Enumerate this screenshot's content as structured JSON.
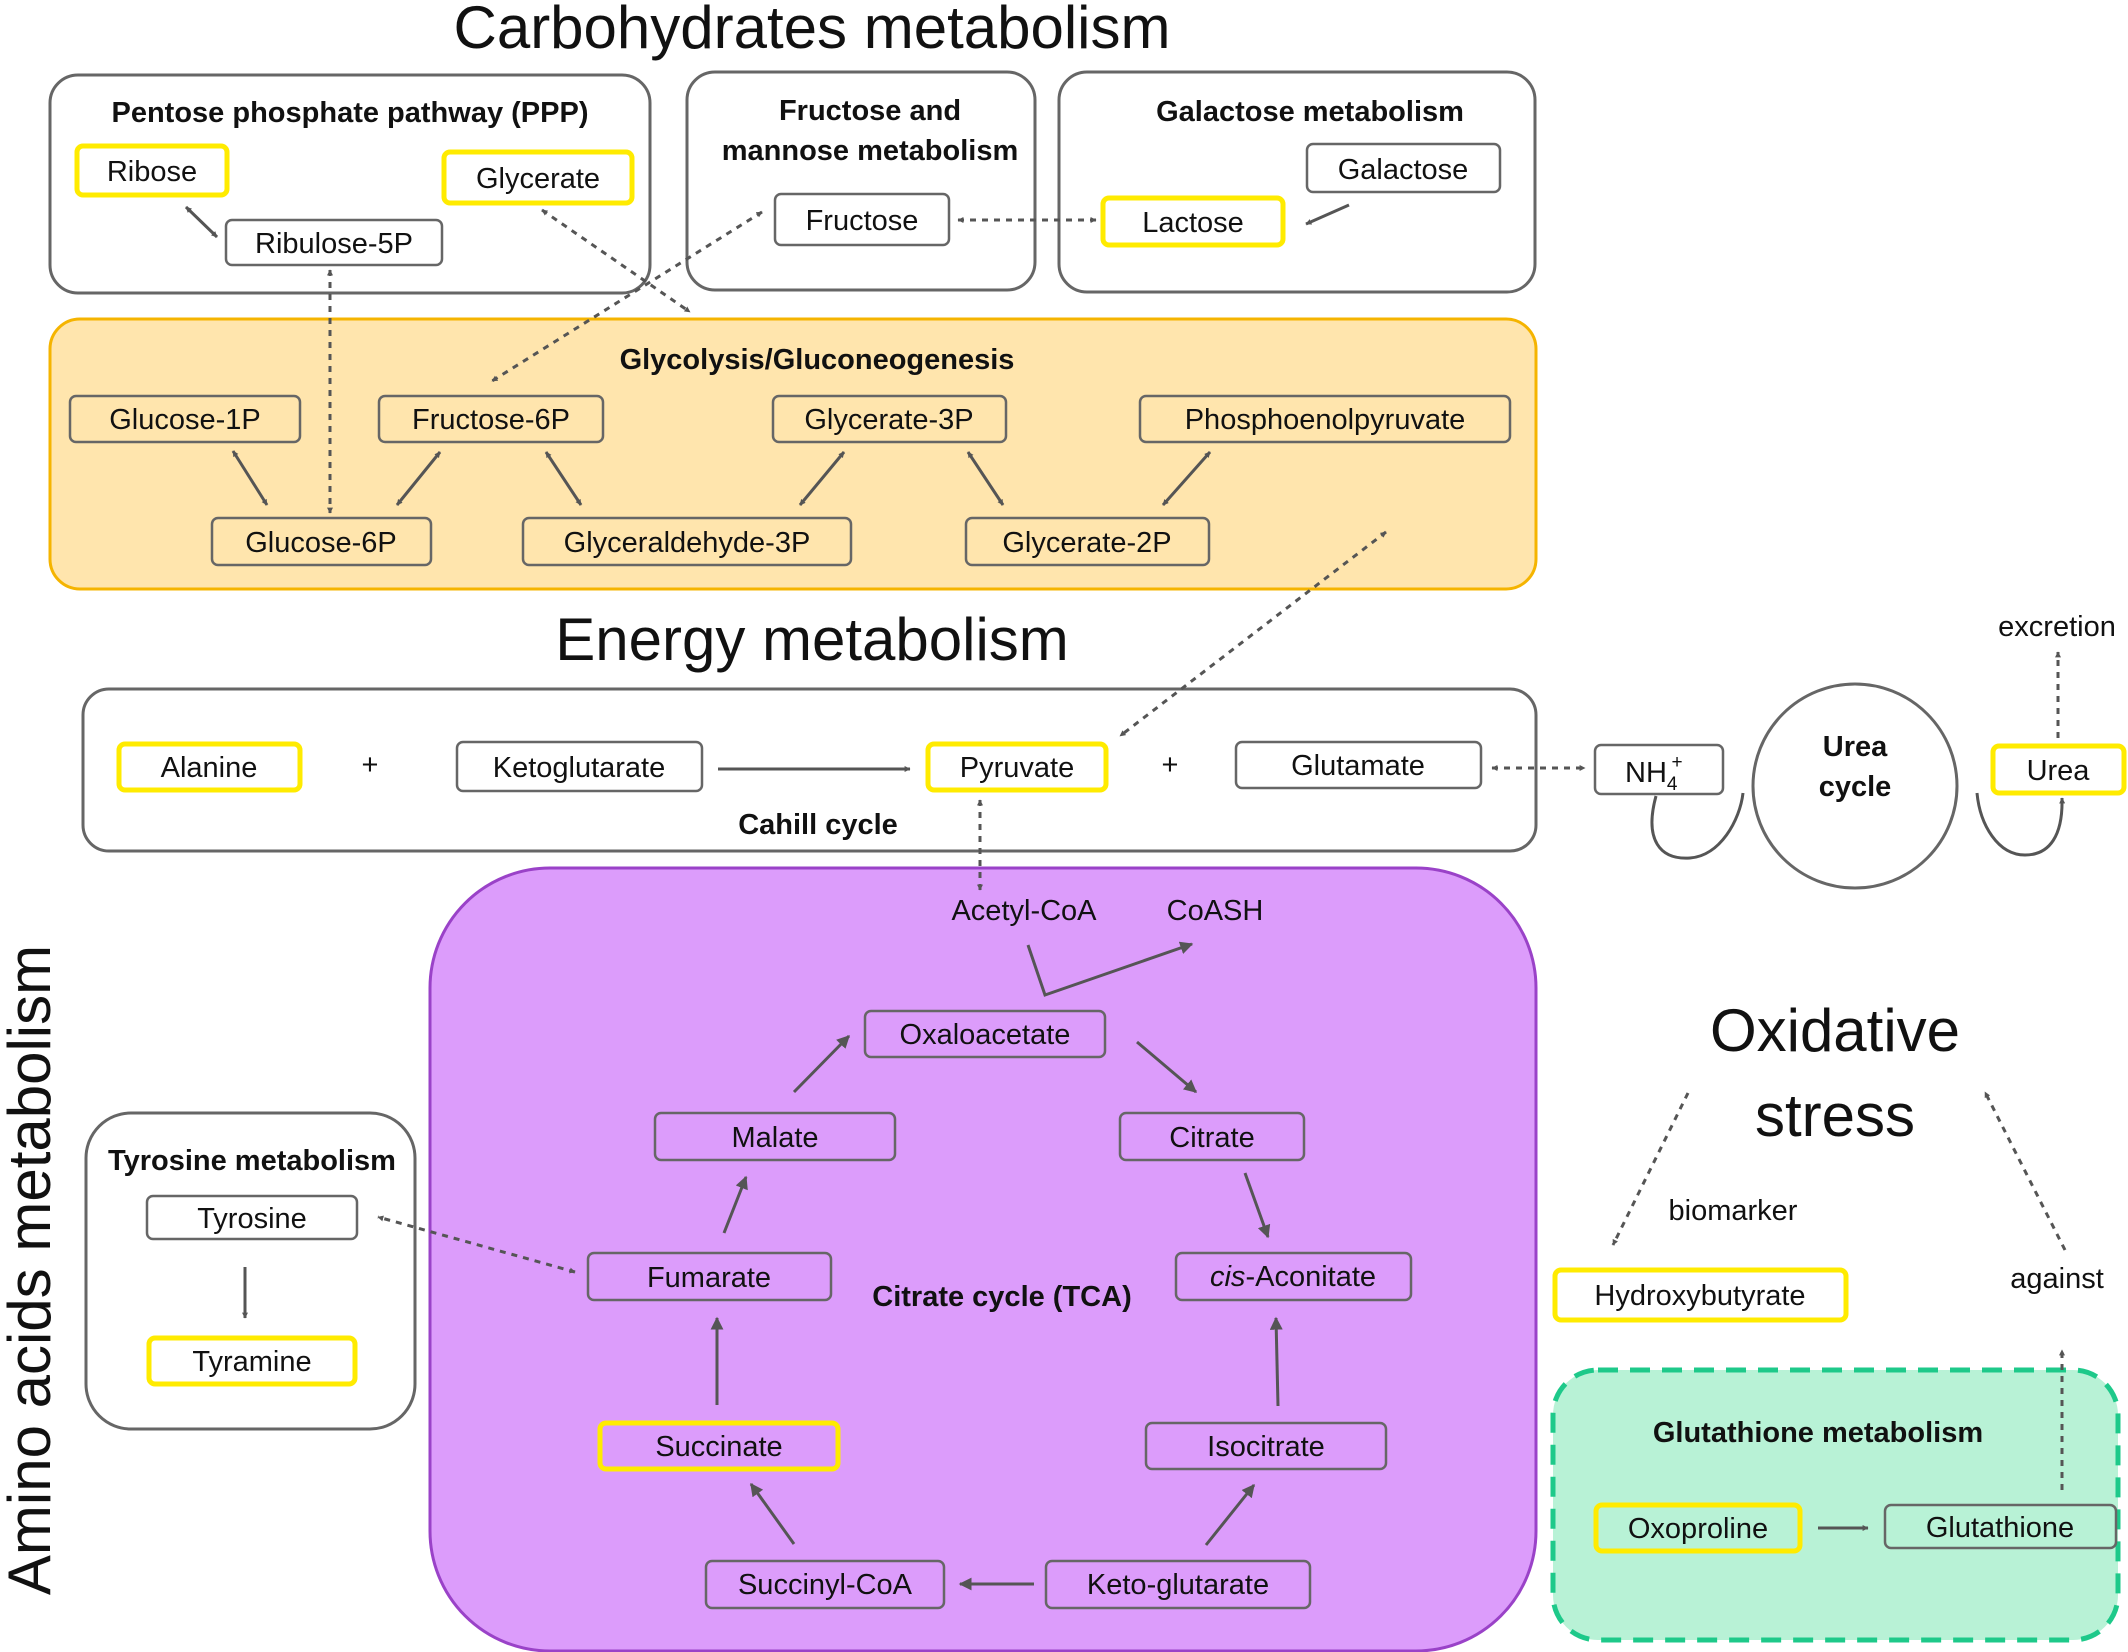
{
  "titles": {
    "carbohydrates": "Carbohydrates metabolism",
    "energy": "Energy metabolism",
    "amino_acids": "Amino acids metabolism",
    "oxidative_line1": "Oxidative",
    "oxidative_line2": "stress"
  },
  "sections": {
    "ppp": "Pentose phosphate pathway (PPP)",
    "fructose_line1": "Fructose and",
    "fructose_line2": "mannose metabolism",
    "galactose": "Galactose metabolism",
    "glycolysis": "Glycolysis/Gluconeogenesis",
    "cahill": "Cahill cycle",
    "urea_line1": "Urea",
    "urea_line2": "cycle",
    "tca": "Citrate cycle (TCA)",
    "tyrosine": "Tyrosine metabolism",
    "glutathione": "Glutathione metabolism"
  },
  "metabolites": {
    "ribose": "Ribose",
    "glycerate": "Glycerate",
    "ribulose_5p": "Ribulose-5P",
    "fructose": "Fructose",
    "galactose": "Galactose",
    "lactose": "Lactose",
    "glucose_1p": "Glucose-1P",
    "fructose_6p": "Fructose-6P",
    "glycerate_3p": "Glycerate-3P",
    "phosphoenolpyruvate": "Phosphoenolpyruvate",
    "glucose_6p": "Glucose-6P",
    "glyceraldehyde_3p": "Glyceraldehyde-3P",
    "glycerate_2p": "Glycerate-2P",
    "alanine": "Alanine",
    "ketoglutarate": "Ketoglutarate",
    "pyruvate": "Pyruvate",
    "glutamate": "Glutamate",
    "nh4_base": "NH",
    "nh4_sub": "4",
    "nh4_sup": "+",
    "urea": "Urea",
    "acetyl_coa": "Acetyl-CoA",
    "coash": "CoASH",
    "oxaloacetate": "Oxaloacetate",
    "malate": "Malate",
    "citrate": "Citrate",
    "fumarate": "Fumarate",
    "cis_prefix": "cis",
    "aconitate_suffix": "-Aconitate",
    "succinate": "Succinate",
    "isocitrate": "Isocitrate",
    "succinyl_coa": "Succinyl-CoA",
    "keto_glutarate": "Keto-glutarate",
    "tyrosine": "Tyrosine",
    "tyramine": "Tyramine",
    "hydroxybutyrate": "Hydroxybutyrate",
    "oxoproline": "Oxoproline",
    "glutathione": "Glutathione"
  },
  "labels": {
    "plus": "+",
    "excretion": "excretion",
    "biomarker": "biomarker",
    "against": "against"
  },
  "colors": {
    "glycolysis_fill": "#ffe5ad",
    "glycolysis_stroke": "#f5b400",
    "tca_fill": "#dc9cfb",
    "tca_stroke": "#9a42c8",
    "glutathione_fill": "#b8f2d6",
    "glutathione_stroke": "#1ec98a",
    "highlight": "#ffeb00",
    "box_stroke": "#666666"
  }
}
